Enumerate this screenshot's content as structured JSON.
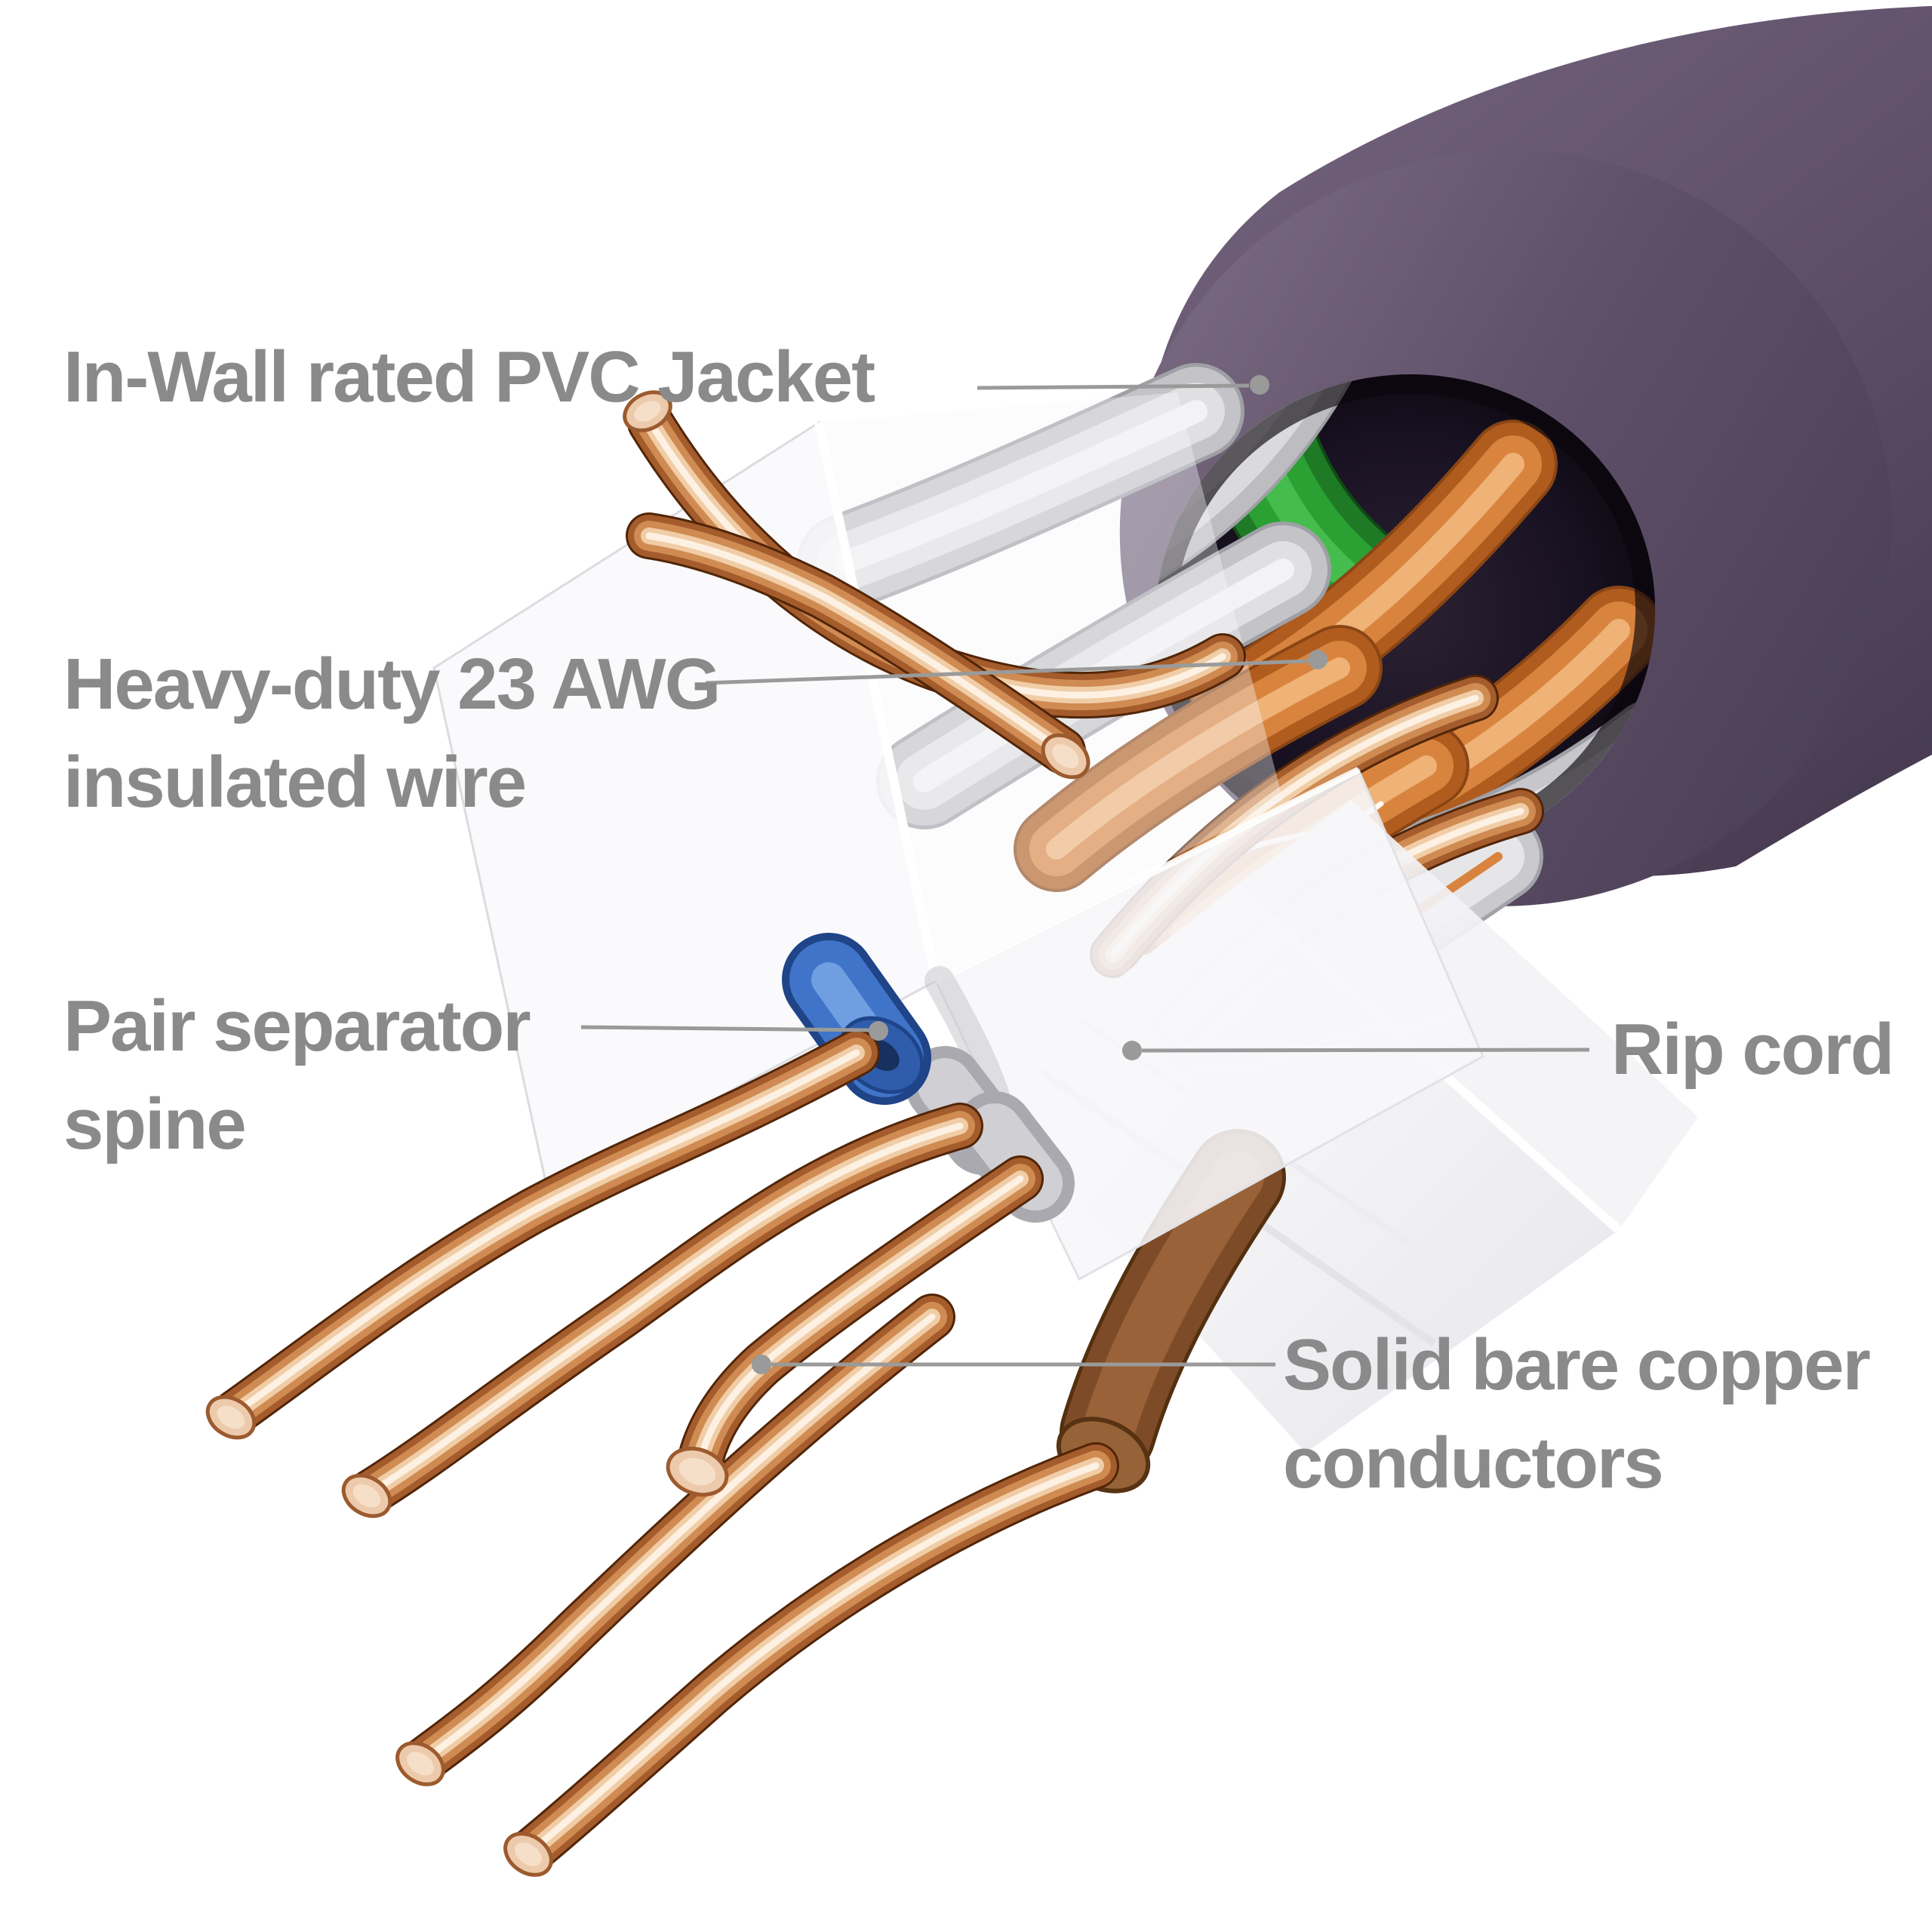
{
  "diagram_subject": "Ethernet cable cutaway",
  "labels": {
    "jacket": {
      "text": "In-Wall rated PVC Jacket"
    },
    "insulated_wire": {
      "line1": "Heavy-duty 23 AWG",
      "line2": "insulated wire"
    },
    "pair_separator": {
      "line1": "Pair separator",
      "line2": "spine"
    },
    "rip_cord": {
      "text": "Rip cord"
    },
    "copper_conductors": {
      "line1": "Solid bare copper",
      "line2": "conductors"
    }
  },
  "colors": {
    "background": "#ffffff",
    "label_text": "#8a8a8a",
    "leader_line": "#9a9a9a",
    "jacket_purple": "#5d4e66",
    "jacket_dark": "#45394f",
    "wire_green": "#2ba033",
    "wire_orange": "#d9843e",
    "wire_gray": "#d5d5d8",
    "insulation_blue": "#3f74c9",
    "insulation_brown": "#7d4b27",
    "copper": "#c07944",
    "copper_highlight": "#f6dcc4",
    "spine_white": "#f8f8fa"
  }
}
